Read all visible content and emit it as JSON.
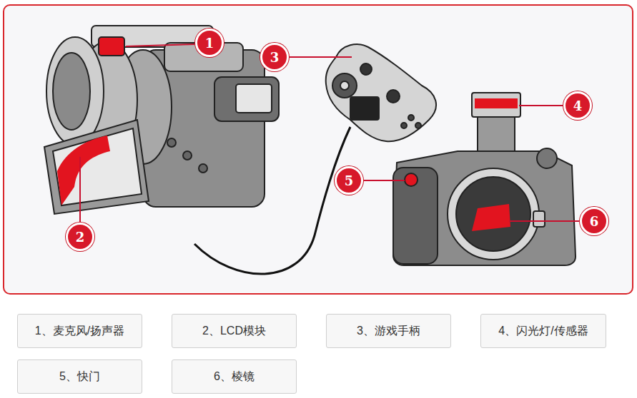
{
  "diagram": {
    "nodes": [
      {
        "text": [
          "1"
        ]
      },
      {
        "text": [
          "2"
        ]
      },
      {
        "text": [
          "3"
        ]
      },
      {
        "text": [
          "4"
        ]
      },
      {
        "text": [
          "5"
        ]
      },
      {
        "text": [
          "6"
        ]
      },
      {
        "text": [
          "1、麦克风/扬声器"
        ]
      },
      {
        "text": [
          "2、LCD模块"
        ]
      },
      {
        "text": [
          "3、游戏手柄"
        ]
      },
      {
        "text": [
          "4、闪光灯/传感器"
        ]
      },
      {
        "text": [
          "5、快门"
        ]
      },
      {
        "text": [
          "6、棱镜"
        ]
      }
    ]
  }
}
